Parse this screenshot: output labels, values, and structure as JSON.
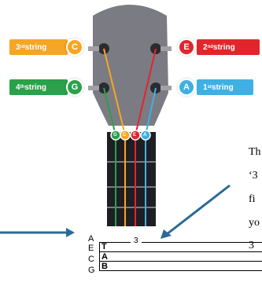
{
  "labels": {
    "third_string": {
      "num": "3",
      "suffix": "rd",
      "text": " string",
      "note": "C",
      "color": "#f6a623"
    },
    "second_string": {
      "num": "2",
      "suffix": "nd",
      "text": " string",
      "note": "E",
      "color": "#e3252b"
    },
    "fourth_string": {
      "num": "4",
      "suffix": "th",
      "text": " string",
      "note": "G",
      "color": "#2aa14a"
    },
    "first_string": {
      "num": "1",
      "suffix": "st",
      "text": " string",
      "note": "A",
      "color": "#3fb0e4"
    }
  },
  "nut_notes": [
    "G",
    "C",
    "E",
    "A"
  ],
  "tab": {
    "string_names": [
      "A",
      "E",
      "C",
      "G"
    ],
    "marker_T": "T",
    "marker_A": "A",
    "marker_B": "B",
    "fret_number": "3"
  },
  "side_text": {
    "line1": "Th",
    "line2": "‘3",
    "line3": "fi",
    "line4": "yo",
    "line5": "3"
  },
  "colors": {
    "headstock": "#7b7b83",
    "neck": "#1e1e24",
    "arrow": "#2a6b96"
  }
}
